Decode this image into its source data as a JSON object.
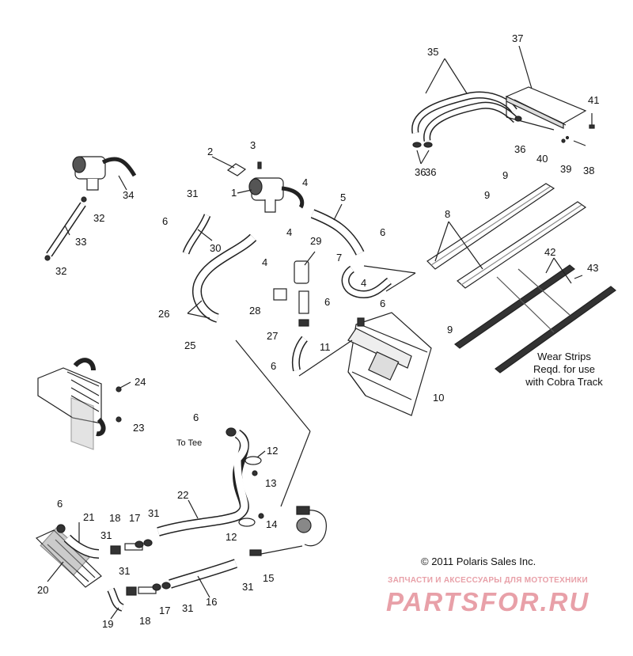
{
  "callouts": [
    "1",
    "2",
    "3",
    "4",
    "4",
    "4",
    "4",
    "5",
    "6",
    "6",
    "6",
    "6",
    "6",
    "6",
    "6",
    "7",
    "8",
    "9",
    "9",
    "9",
    "10",
    "11",
    "12",
    "12",
    "13",
    "14",
    "15",
    "16",
    "17",
    "17",
    "18",
    "18",
    "19",
    "20",
    "21",
    "22",
    "23",
    "24",
    "25",
    "26",
    "27",
    "28",
    "29",
    "30",
    "31",
    "31",
    "31",
    "31",
    "31",
    "31",
    "32",
    "32",
    "33",
    "34",
    "35",
    "36",
    "36",
    "36",
    "37",
    "38",
    "39",
    "40",
    "41",
    "42",
    "43"
  ],
  "annotations": {
    "to_tee": "To Tee",
    "wear_strips_line1": "Wear Strips",
    "wear_strips_line2": "Reqd. for use",
    "wear_strips_line3": "with Cobra Track"
  },
  "copyright": "© 2011 Polaris Sales Inc.",
  "watermark": {
    "tagline": "ЗАПЧАСТИ И АКСЕССУАРЫ ДЛЯ МОТОТЕХНИКИ",
    "brand": "PARTSFOR.RU",
    "color": "#e8a0a8"
  }
}
